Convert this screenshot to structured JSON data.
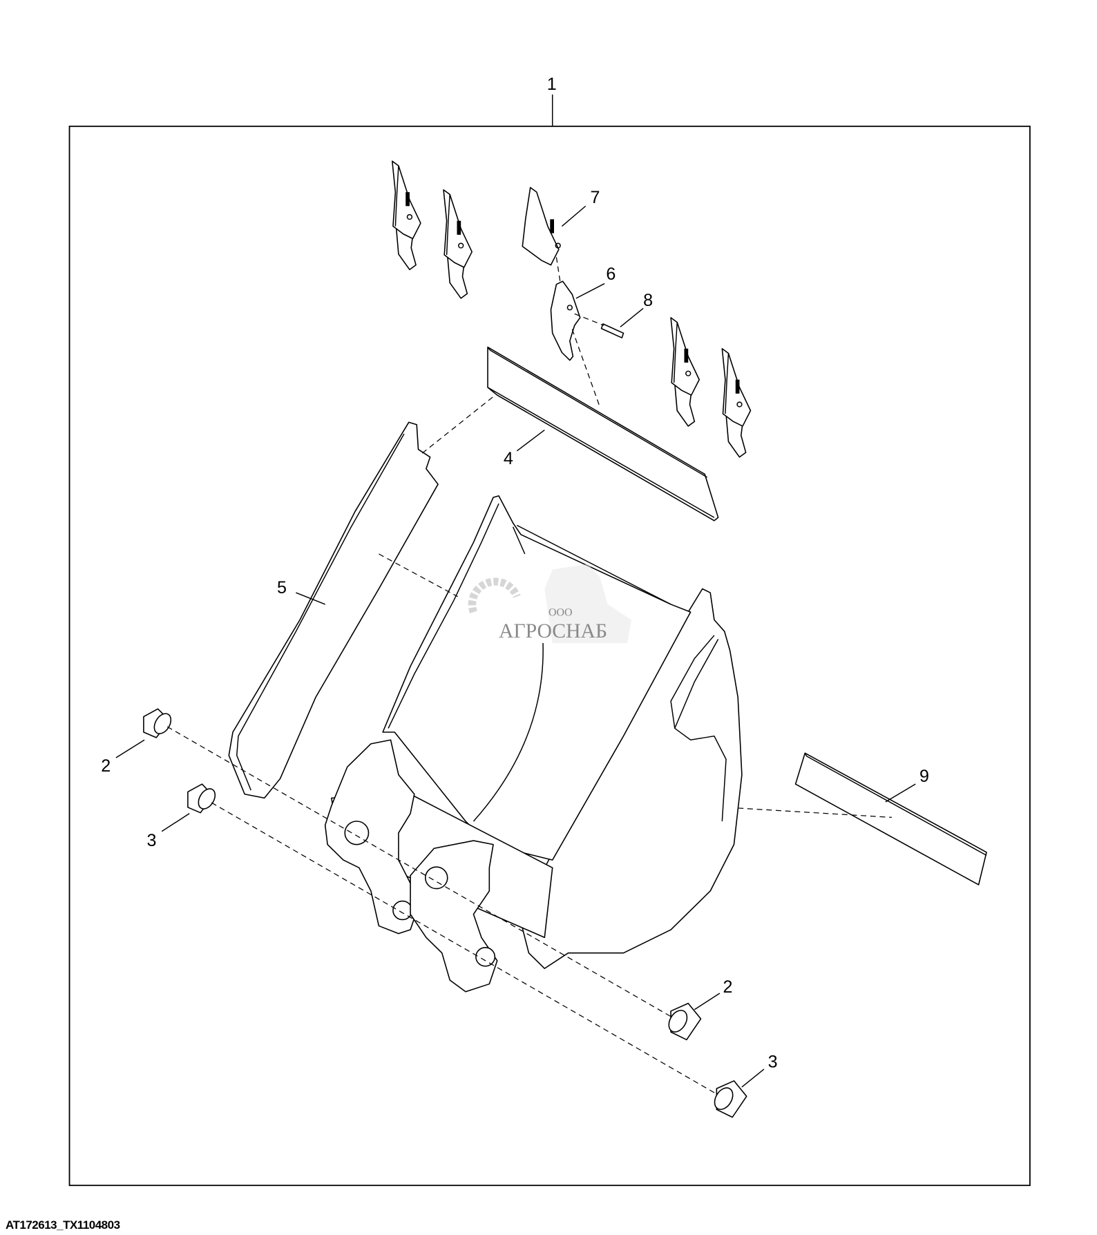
{
  "diagram": {
    "callouts": {
      "assembly": "1",
      "bushing_left_a": "2",
      "bushing_left_b": "3",
      "bushing_right_a": "2",
      "bushing_right_b": "3",
      "cutting_edge": "4",
      "side_cutter": "5",
      "adapter": "6",
      "tooth": "7",
      "pin": "8",
      "wear_strip": "9"
    },
    "watermark": {
      "prefix": "ООО",
      "name": "АГРОСНАБ"
    },
    "caption": "AT172613_TX1104803"
  }
}
